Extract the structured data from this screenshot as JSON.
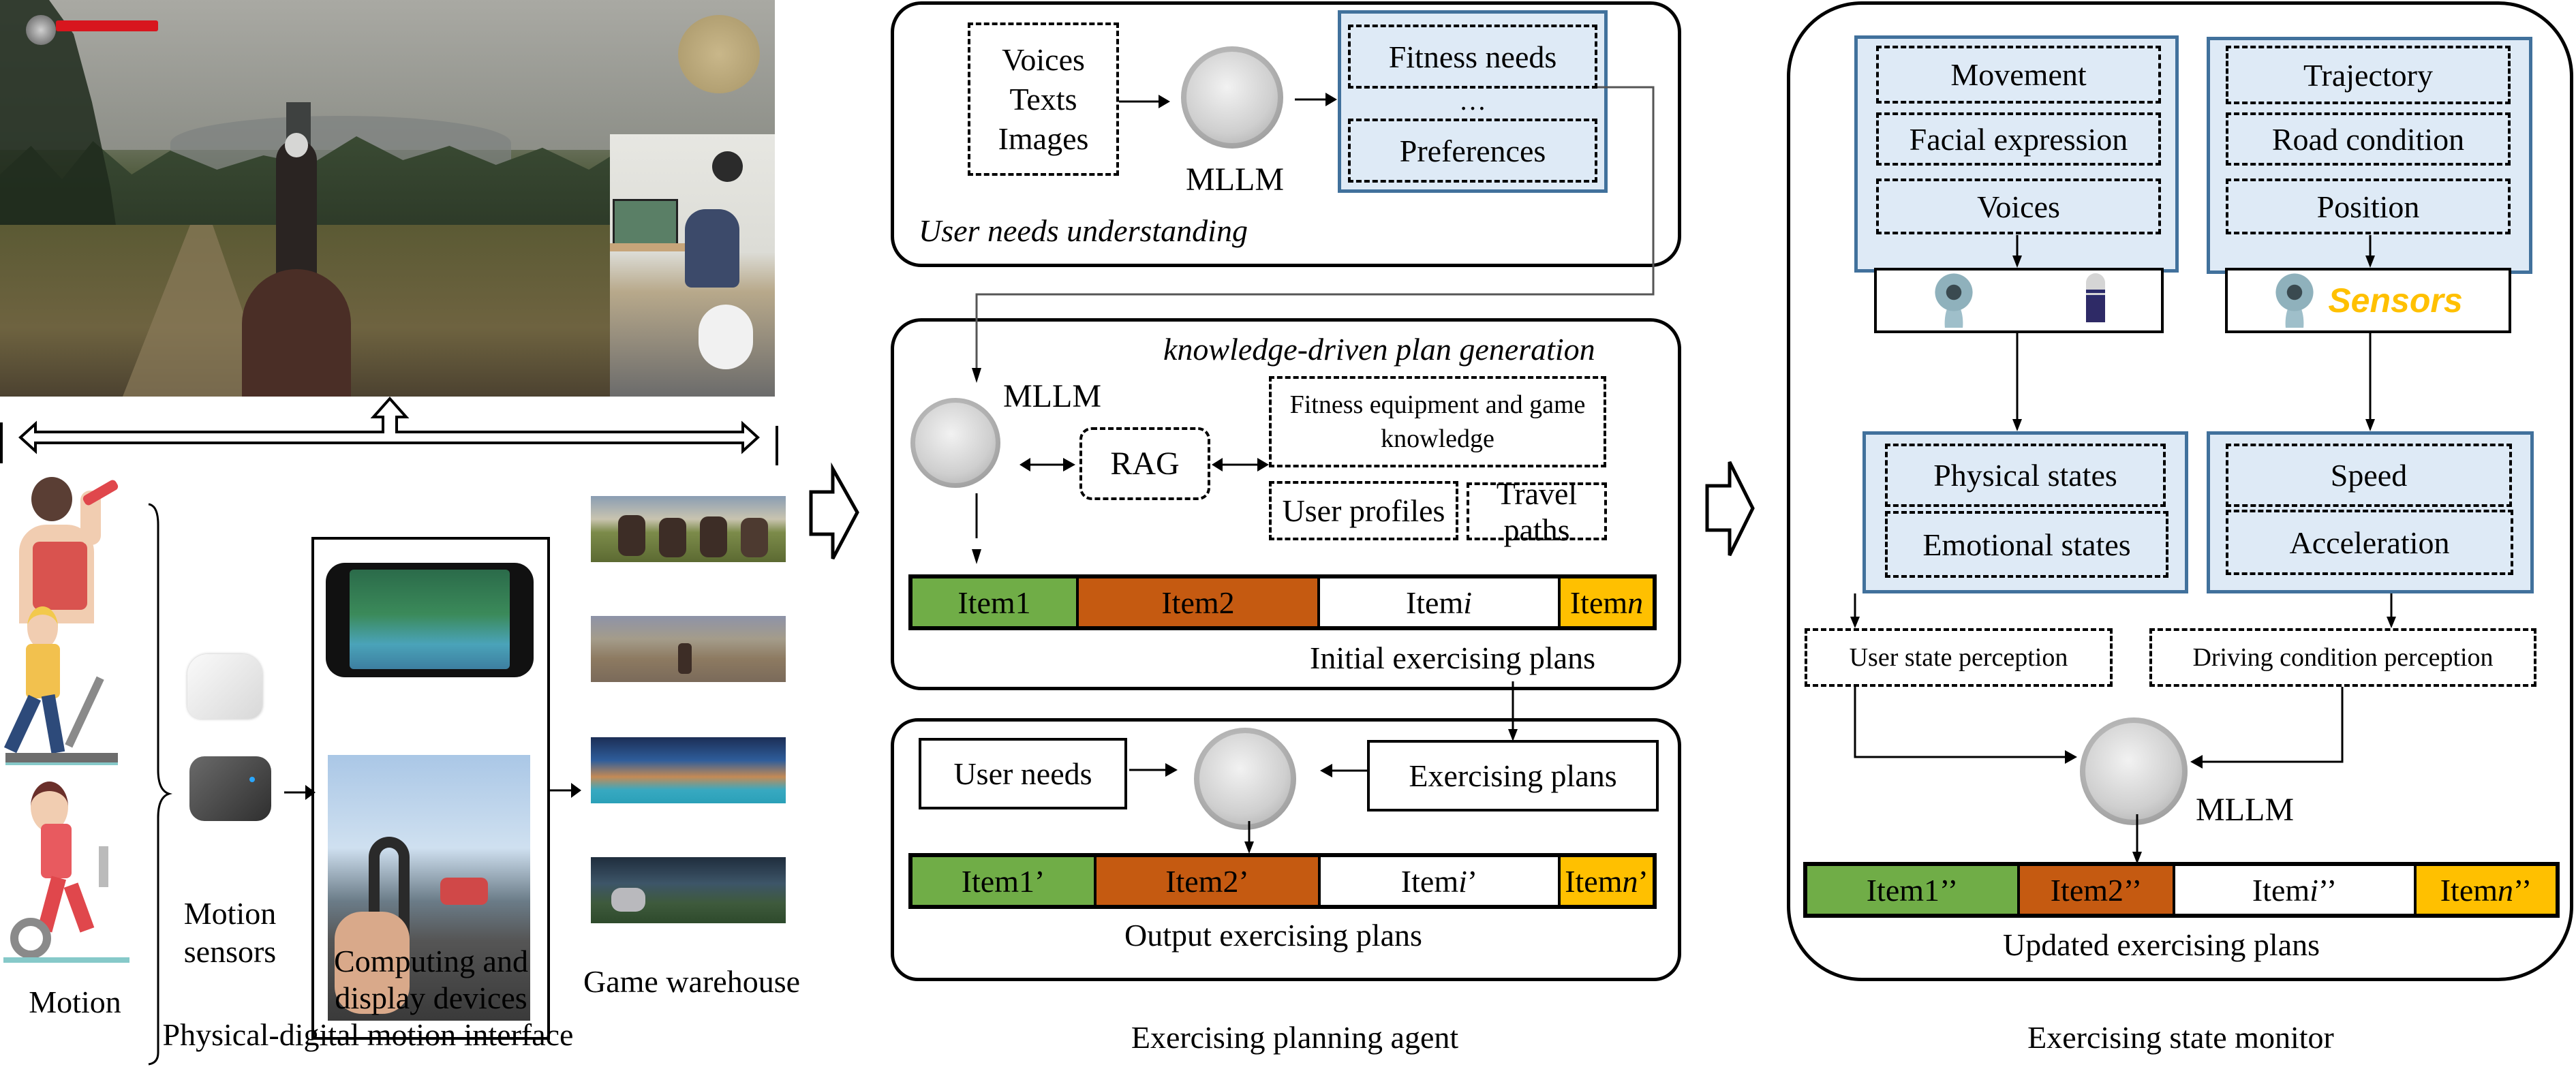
{
  "colors": {
    "item_green": "#70AD47",
    "item_orange": "#C55A11",
    "item_white": "#FFFFFF",
    "item_yellow": "#FFC000",
    "blue_fill": "#DEEAF6",
    "blue_border": "#41719C",
    "sensors_text": "#FFC000"
  },
  "left": {
    "game_screenshot": "game-scene-with-cyclist-inset",
    "motion_label": "Motion",
    "motion_sensors_label": [
      "Motion",
      "sensors"
    ],
    "computing_label": [
      "Computing and",
      "display devices"
    ],
    "game_warehouse_label": "Game warehouse",
    "section_caption": "Physical-digital motion interface",
    "motion_figures": [
      "dumbbell-exercise",
      "treadmill-running",
      "stationary-cycling"
    ],
    "game_thumbnails": [
      "horse-riders-plains",
      "hilltop-overlook",
      "night-fantasy-town",
      "rider-in-forest"
    ]
  },
  "middle": {
    "caption": "Exercising planning agent",
    "user_needs": {
      "inputs": [
        "Voices",
        "Texts",
        "Images"
      ],
      "model_label": "MLLM",
      "outputs": [
        "Fitness needs",
        "…",
        "Preferences"
      ],
      "title": "User needs understanding"
    },
    "plan_generation": {
      "title": "knowledge-driven plan generation",
      "model_label": "MLLM",
      "rag_label": "RAG",
      "knowledge": [
        "Fitness equipment and game",
        "knowledge"
      ],
      "user_profiles": "User profiles",
      "travel_paths": "Travel paths",
      "items": [
        {
          "label": "Item 1",
          "base": "Item ",
          "var": "1",
          "var_italic": false,
          "color": "#70AD47"
        },
        {
          "label": "Item 2",
          "base": "Item ",
          "var": "2",
          "var_italic": false,
          "color": "#C55A11"
        },
        {
          "label": "Item i",
          "base": "Item ",
          "var": "i",
          "var_italic": true,
          "color": "#FFFFFF"
        },
        {
          "label": "Item n",
          "base": "Item ",
          "var": "n",
          "var_italic": true,
          "color": "#FFC000"
        }
      ],
      "plans_label": "Initial exercising plans"
    },
    "output": {
      "user_needs": "User needs",
      "exercising_plans": "Exercising plans",
      "items": [
        {
          "label": "Item 1’",
          "base": "Item ",
          "var": "1",
          "var_italic": false,
          "suffix": "’",
          "color": "#70AD47"
        },
        {
          "label": "Item 2’",
          "base": "Item ",
          "var": "2",
          "var_italic": false,
          "suffix": "’",
          "color": "#C55A11"
        },
        {
          "label": "Item i’",
          "base": "Item ",
          "var": "i",
          "var_italic": true,
          "suffix": "’",
          "color": "#FFFFFF"
        },
        {
          "label": "Item n’",
          "base": "Item ",
          "var": "n",
          "var_italic": true,
          "suffix": "’",
          "color": "#FFC000"
        }
      ],
      "plans_label": "Output exercising plans"
    }
  },
  "right": {
    "caption": "Exercising state monitor",
    "user_signals": [
      "Movement",
      "Facial expression",
      "Voices"
    ],
    "driving_signals": [
      "Trajectory",
      "Road condition",
      "Position"
    ],
    "user_devices": [
      "camera",
      "microphone"
    ],
    "driving_devices": [
      "camera",
      "Sensors"
    ],
    "user_states": [
      "Physical states",
      "Emotional states"
    ],
    "driving_states": [
      "Speed",
      "Acceleration"
    ],
    "user_perception": "User state perception",
    "driving_perception": "Driving condition perception",
    "model_label": "MLLM",
    "items": [
      {
        "label": "Item 1”",
        "base": "Item ",
        "var": "1",
        "var_italic": false,
        "suffix": "’’",
        "color": "#70AD47"
      },
      {
        "label": "Item 2”",
        "base": "Item ",
        "var": "2",
        "var_italic": false,
        "suffix": "’’",
        "color": "#C55A11"
      },
      {
        "label": "Item i”",
        "base": "Item ",
        "var": "i",
        "var_italic": true,
        "suffix": "’’",
        "color": "#FFFFFF"
      },
      {
        "label": "Item n”",
        "base": "Item ",
        "var": "n",
        "var_italic": true,
        "suffix": "’’",
        "color": "#FFC000"
      }
    ],
    "plans_label": "Updated exercising plans"
  }
}
